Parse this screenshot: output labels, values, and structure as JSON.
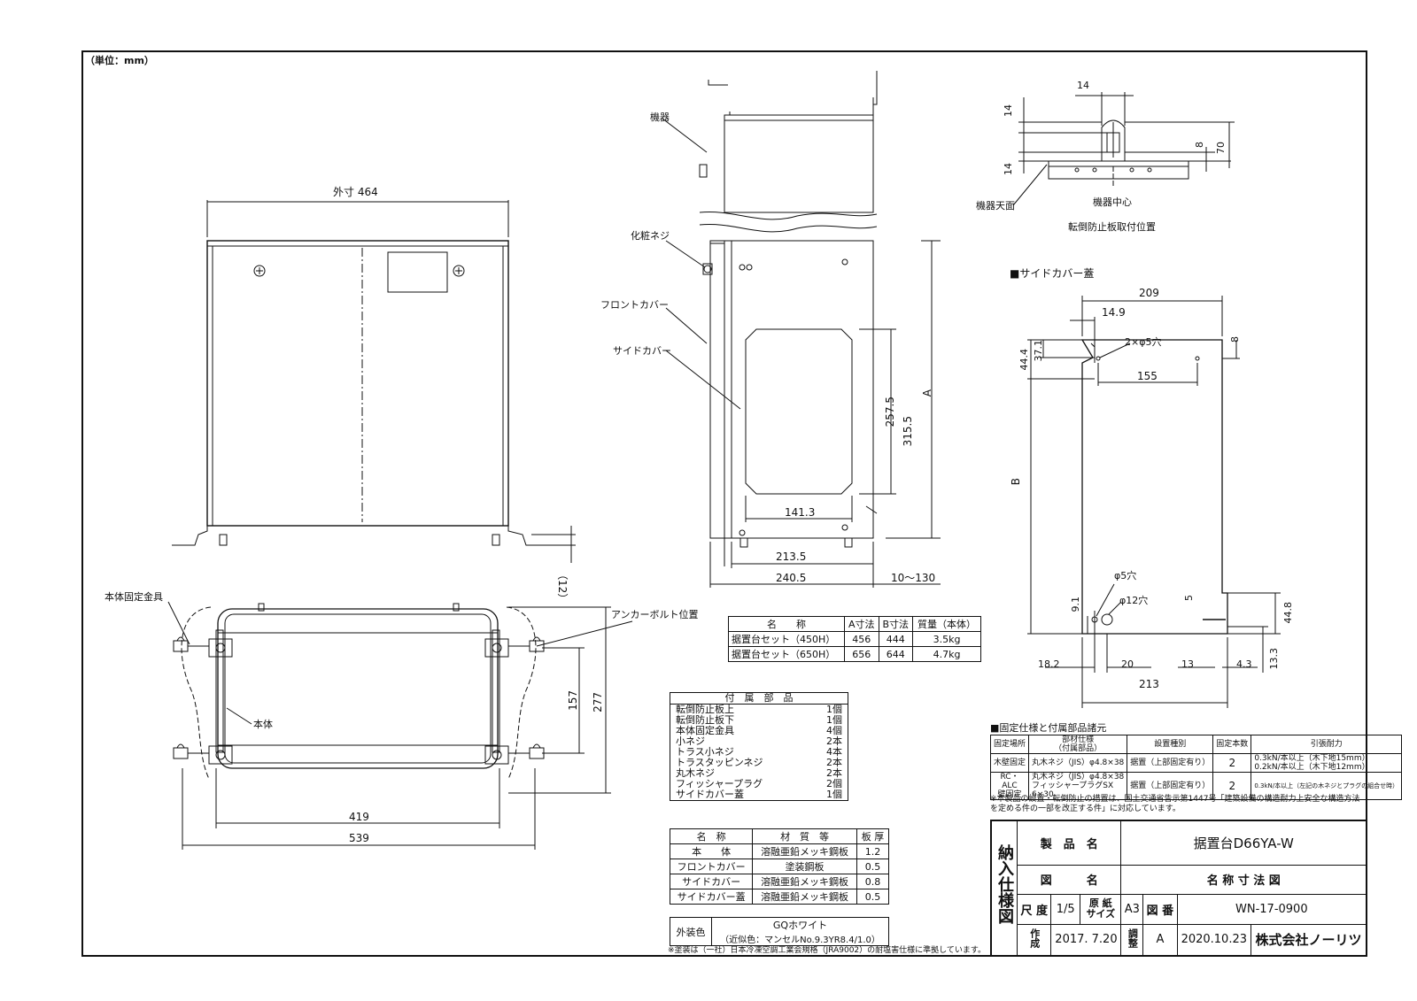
{
  "unit_note": "（単位：mm）",
  "front_view": {
    "width_label": "外寸 464",
    "foot_label": "（12）"
  },
  "bottom_view": {
    "labels": {
      "body_fixing": "本体固定金具",
      "anchor": "アンカーボルト位置",
      "body": "本体"
    },
    "dims": {
      "d157": "157",
      "d277": "277",
      "d419": "419",
      "d539": "539"
    }
  },
  "side_view": {
    "labels": {
      "kiki": "機器",
      "screw": "化粧ネジ",
      "front_cover": "フロントカバー",
      "side_cover": "サイドカバー"
    },
    "dims": {
      "d257": "257.5",
      "d315": "315.5",
      "A": "A",
      "d141": "141.3",
      "d213": "213.5",
      "d240": "240.5",
      "d10130": "10～130"
    }
  },
  "top_detail": {
    "dims": {
      "d14a": "14",
      "d14b": "14",
      "d14c": "14",
      "d8": "8",
      "d70": "70"
    },
    "labels": {
      "center": "機器中心",
      "top_surface": "機器天面",
      "caption": "転倒防止板取付位置"
    }
  },
  "cover_lid": {
    "title": "■サイドカバー蓋",
    "dims": {
      "d209": "209",
      "d149": "14.9",
      "d8": "8",
      "holes2": "2×φ5穴",
      "d444a": "44.4",
      "d371": "37.1",
      "d155": "155",
      "B": "B",
      "hole5": "φ5穴",
      "hole12": "φ12穴",
      "d91": "9.1",
      "d5": "5",
      "d448": "44.8",
      "d182": "18.2",
      "d20": "20",
      "d13": "13",
      "d43": "4.3",
      "d133": "13.3",
      "d213": "213"
    }
  },
  "model_table": {
    "headers": [
      "名　　称",
      "A寸法",
      "B寸法",
      "質量（本体）"
    ],
    "rows": [
      [
        "据置台セット（450H）",
        "456",
        "444",
        "3.5kg"
      ],
      [
        "据置台セット（650H）",
        "656",
        "644",
        "4.7kg"
      ]
    ]
  },
  "accessories": {
    "header": "付　属　部　品",
    "items": [
      [
        "転倒防止板上",
        "1個"
      ],
      [
        "転倒防止板下",
        "1個"
      ],
      [
        "本体固定金具",
        "4個"
      ],
      [
        "小ネジ",
        "2本"
      ],
      [
        "トラス小ネジ",
        "4本"
      ],
      [
        "トラスタッピンネジ",
        "2本"
      ],
      [
        "丸木ネジ",
        "2本"
      ],
      [
        "フィッシャープラグ",
        "2個"
      ],
      [
        "サイドカバー蓋",
        "1個"
      ]
    ]
  },
  "materials": {
    "headers": [
      "名　称",
      "材　質　等",
      "板 厚"
    ],
    "rows": [
      [
        "本　　体",
        "溶融亜鉛メッキ鋼板",
        "1.2"
      ],
      [
        "フロントカバー",
        "塗装鋼板",
        "0.5"
      ],
      [
        "サイドカバー",
        "溶融亜鉛メッキ鋼板",
        "0.8"
      ],
      [
        "サイドカバー蓋",
        "溶融亜鉛メッキ鋼板",
        "0.5"
      ]
    ],
    "color_label": "外装色",
    "color_value1": "GQホワイト",
    "color_value2": "（近似色：マンセルNo.9.3YR8.4/1.0）",
    "note": "※塗装は（一社）日本冷凍空調工業会規格（JRA9002）の耐塩害仕様に準拠しています。"
  },
  "fixing": {
    "title": "■固定仕様と付属部品諸元",
    "headers": [
      "固定場所",
      "部材仕様\n（付属部品）",
      "設置種別",
      "固定本数",
      "引張耐力"
    ],
    "rows": [
      [
        "木壁固定",
        "丸木ネジ（JIS）φ4.8×38",
        "据置（上部固定有り）",
        "2",
        "0.3kN/本以上（木下地15mm）\n0.2kN/本以上（木下地12mm）"
      ],
      [
        "RC・ALC\n壁固定",
        "丸木ネジ（JIS）φ4.8×38\nフィッシャープラグSX 6×30",
        "据置（上部固定有り）",
        "2",
        "0.3kN/本以上（左記の木ネジとプラグの組合せ時）"
      ]
    ],
    "note": "※本製品の設置・転倒防止の措置は、国土交通省告示第1447号「建築設備の構造耐力上安全な構造方法を定める件の一部を改正する件」に対応しています。"
  },
  "title_block": {
    "side": "納入仕様図",
    "product_label": "製　品　名",
    "product": "据置台D66YA-W",
    "drawing_label": "図　　　名",
    "drawing": "名 称 寸 法 図",
    "scale_label": "尺 度",
    "scale": "1/5",
    "paper_label": "原 紙\nサイズ",
    "paper": "A3",
    "number_label": "図 番",
    "number": "WN-17-0900",
    "created_label": "作成",
    "created": "2017. 7.20",
    "revised_label": "調整",
    "revision": "A",
    "revised": "2020.10.23",
    "company": "株式会社ノーリツ"
  }
}
